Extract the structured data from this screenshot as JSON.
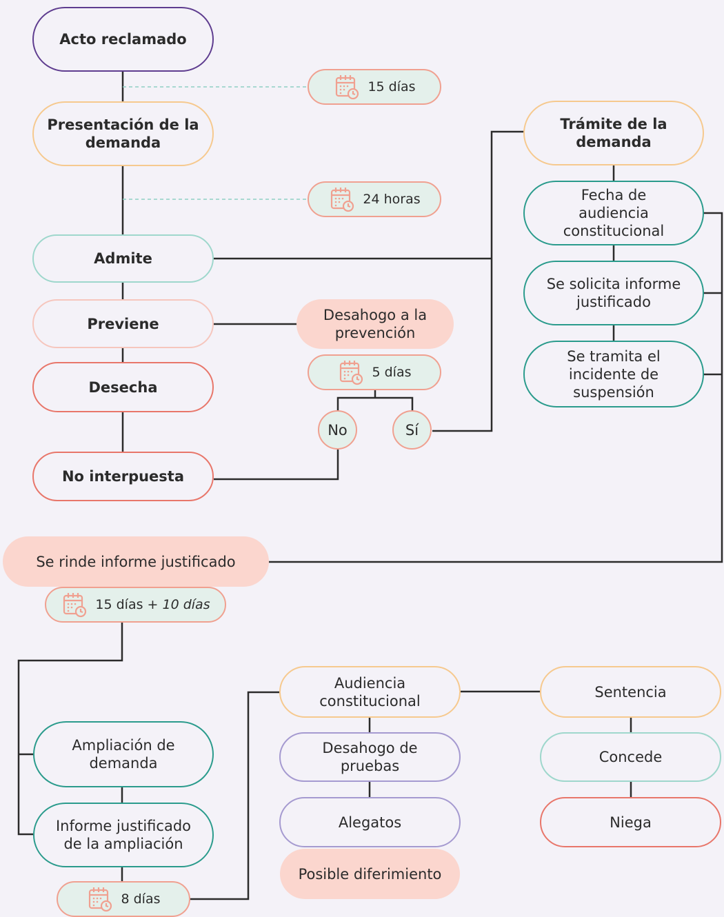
{
  "nodes": {
    "acto": "Acto reclamado",
    "presentacion": "Presentación de la demanda",
    "admite": "Admite",
    "previene": "Previene",
    "desecha": "Desecha",
    "no_interpuesta": "No interpuesta",
    "desahogo_prevencion": "Desahogo a la prevención",
    "no": "No",
    "si": "Sí",
    "tramite": "Trámite de la demanda",
    "fecha_audiencia": "Fecha de audiencia constitucional",
    "solicita_informe": "Se solicita informe justificado",
    "incidente": "Se tramita el incidente de suspensión",
    "rinde_informe": "Se rinde informe justificado",
    "ampliacion": "Ampliación de demanda",
    "informe_ampliacion": "Informe justificado de la ampliación",
    "audiencia": "Audiencia constitucional",
    "desahogo_pruebas": "Desahogo de pruebas",
    "alegatos": "Alegatos",
    "diferimiento": "Posible diferimiento",
    "sentencia": "Sentencia",
    "concede": "Concede",
    "niega": "Niega"
  },
  "badges": {
    "b15": "15 días",
    "b24": "24 horas",
    "b5": "5 días",
    "b15plus": "15 días +",
    "b15plus_italic": "10 días",
    "b8": "8 días"
  },
  "colors": {
    "purple": "#5e3c8f",
    "orange_light": "#f6c98e",
    "teal_light": "#9ed7cc",
    "pink_light": "#f6c6bd",
    "red": "#e8766a",
    "teal": "#2a9b8c",
    "lavender": "#a59ad0",
    "salmon_fill": "#fbd6ce",
    "badge_fill": "#e4f0eb",
    "badge_border": "#f0a090",
    "background": "#f4f2f8",
    "line": "#2b2b2b"
  },
  "icon": "calendar-clock-icon"
}
